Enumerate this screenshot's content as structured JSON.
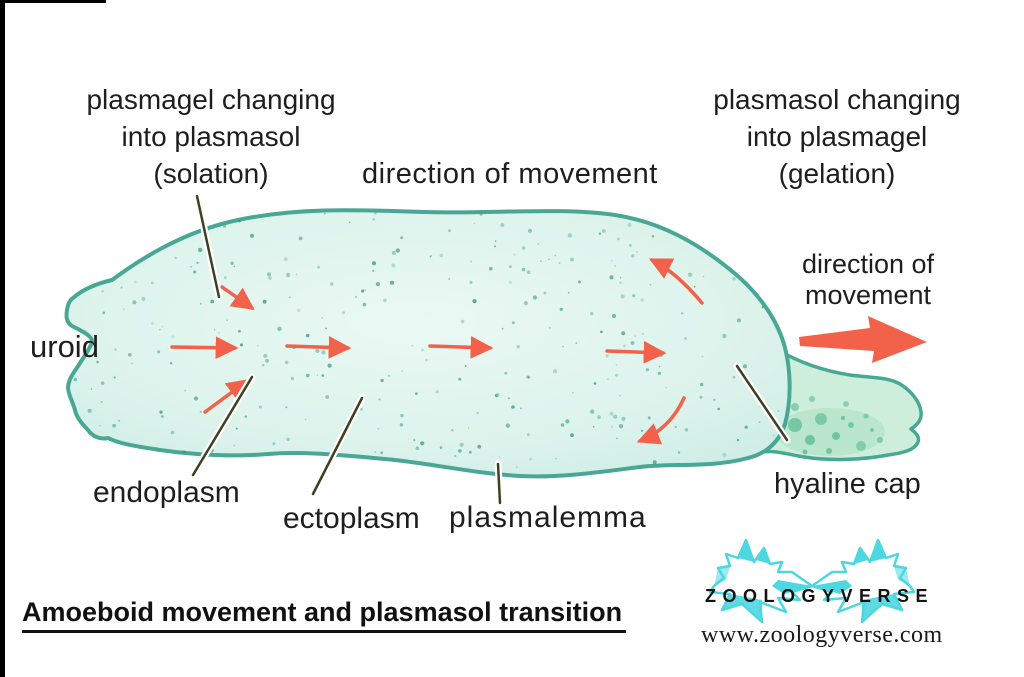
{
  "diagram": {
    "title": "Amoeboid movement and plasmasol transition",
    "labels": {
      "solation_lines": [
        "plasmagel changing",
        "into plasmasol",
        "(solation)"
      ],
      "direction_top": "direction of movement",
      "gelation_lines": [
        "plasmasol changing",
        "into plasmagel",
        "(gelation)"
      ],
      "uroid": "uroid",
      "endoplasm": "endoplasm",
      "ectoplasm": "ectoplasm",
      "plasmalemma": "plasmalemma",
      "hyaline_cap": "hyaline cap",
      "direction_right_lines": [
        "direction of",
        "movement"
      ]
    },
    "icons": {
      "flow_arrows": "coral arrows showing protoplasm streaming toward pseudopod",
      "big_direction_arrow": "large coral arrow pointing right",
      "logo_icon": "twin-wolf-heads"
    },
    "colors": {
      "membrane_teal": "#49a795",
      "cell_fill": "#ddf3ed",
      "speckle_teal": "#3d9a82",
      "hyaline_cap_fill": "#c6ebd8",
      "arrow_coral": "#f2614a",
      "leader_line": "#3f3f22",
      "text": "#1e1e1e",
      "logo_cyan": "#4dd7e0"
    },
    "branding": {
      "logo_text": "ZOOLOGYVERSE",
      "website": "www.zoologyverse.com"
    }
  }
}
